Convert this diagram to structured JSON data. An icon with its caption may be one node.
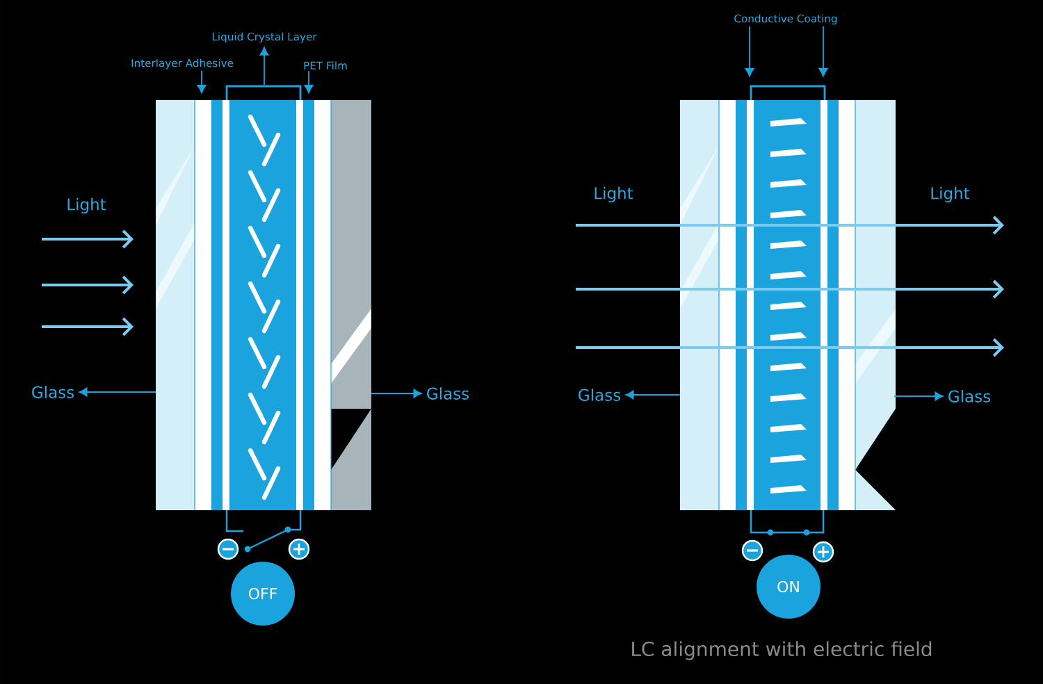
{
  "diagram": {
    "caption": "LC alignment with electric field",
    "nodes": [
      {
        "text": [
          "Interlayer Adhesive"
        ]
      },
      {
        "text": [
          "Liquid Crystal Layer"
        ]
      },
      {
        "text": [
          "PET Film"
        ]
      },
      {
        "text": [
          "Glass"
        ]
      },
      {
        "text": [
          "Glass"
        ]
      },
      {
        "text": [
          "OFF"
        ]
      },
      {
        "text": [
          "Conductive Coating"
        ]
      },
      {
        "text": [
          "Glass"
        ]
      },
      {
        "text": [
          "Glass"
        ]
      },
      {
        "text": [
          "ON"
        ]
      },
      {
        "text": [],
        "shape": "picture"
      },
      {
        "text": [],
        "shape": "picture"
      },
      {
        "text": [],
        "shape": "bar"
      },
      {
        "text": [],
        "shape": "bar"
      }
    ],
    "edges": [
      {
        "from": 0,
        "to": 10,
        "arrow": "to"
      },
      {
        "from": 12,
        "to": 1,
        "arrow": "to"
      },
      {
        "from": 2,
        "to": 10,
        "arrow": "to"
      },
      {
        "from": 10,
        "to": 3,
        "arrow": "to"
      },
      {
        "from": 10,
        "to": 4,
        "arrow": "to"
      },
      {
        "from": 6,
        "to": 13,
        "arrow": "to"
      },
      {
        "from": 6,
        "to": 13,
        "arrow": "to"
      },
      {
        "from": 11,
        "to": 7,
        "arrow": "to"
      },
      {
        "from": 11,
        "to": 8,
        "arrow": "to"
      }
    ],
    "labels": [
      "Light",
      "Light",
      "Light"
    ]
  }
}
